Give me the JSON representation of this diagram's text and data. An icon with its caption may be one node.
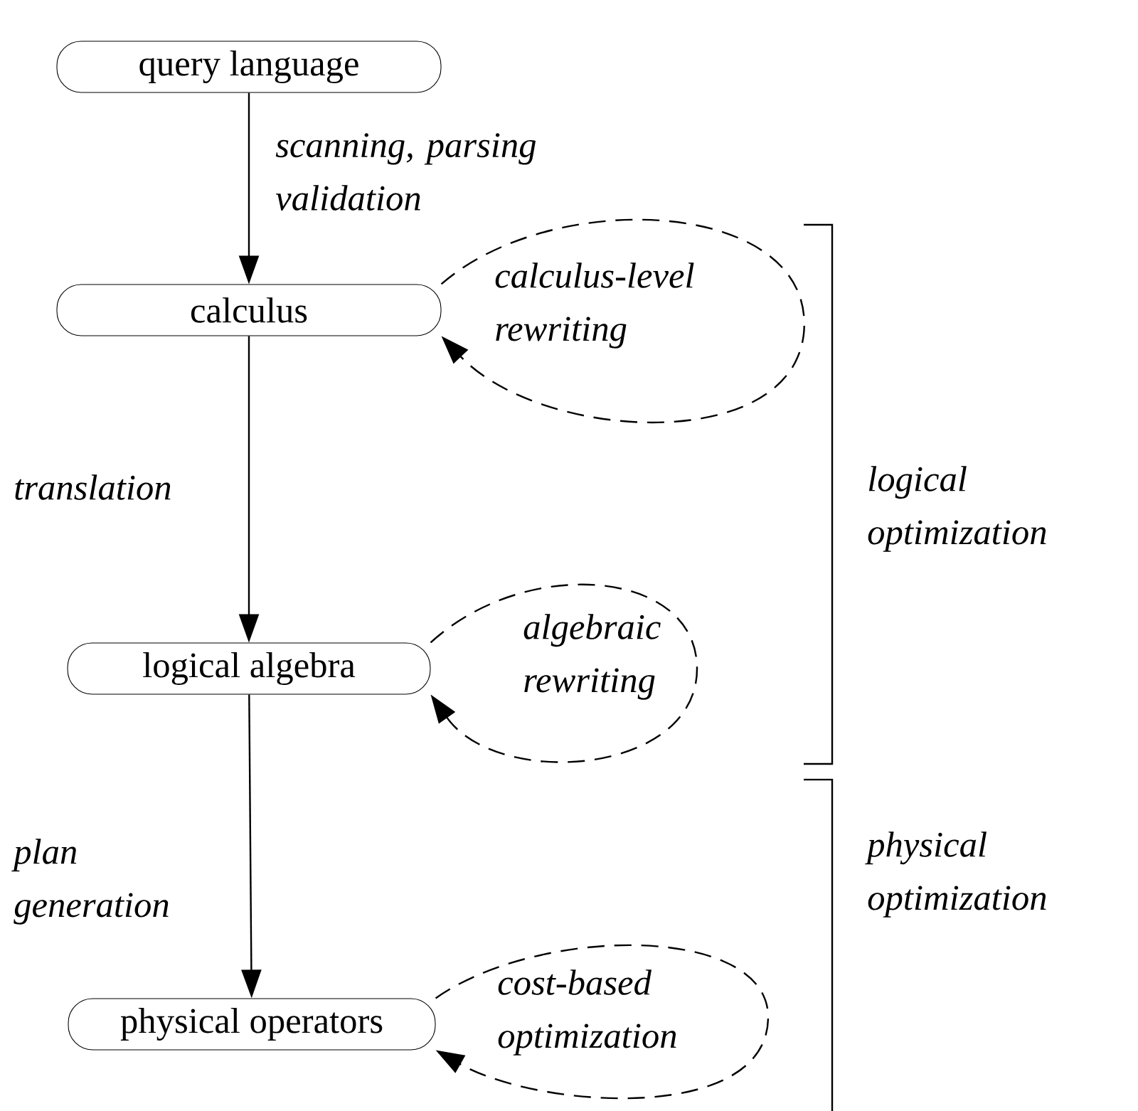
{
  "diagram": {
    "nodes": [
      {
        "text": [
          "query language"
        ]
      },
      {
        "text": [
          "calculus"
        ]
      },
      {
        "text": [
          "logical algebra"
        ]
      },
      {
        "text": [
          "physical operators"
        ]
      }
    ],
    "edges": [
      {
        "from": 0,
        "to": 1,
        "arrow": "to",
        "label": "scanning, parsing validation"
      },
      {
        "from": 1,
        "to": 2,
        "arrow": "to",
        "label": "translation"
      },
      {
        "from": 2,
        "to": 3,
        "arrow": "to",
        "label": "plan generation"
      },
      {
        "from": 1,
        "to": 1,
        "arrow": "to",
        "style": "dashed",
        "label": "calculus-level rewriting"
      },
      {
        "from": 2,
        "to": 2,
        "arrow": "to",
        "style": "dashed",
        "label": "algebraic rewriting"
      },
      {
        "from": 3,
        "to": 3,
        "arrow": "to",
        "style": "dashed",
        "label": "cost-based optimization"
      }
    ],
    "labels": [
      "logical optimization",
      "physical optimization"
    ]
  }
}
